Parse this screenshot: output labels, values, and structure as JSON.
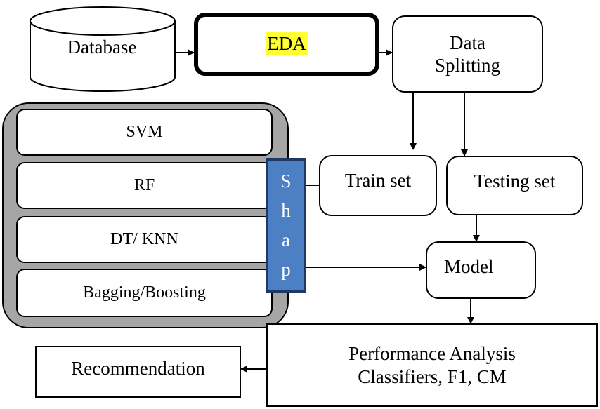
{
  "nodes": {
    "database": "Database",
    "eda": "EDA",
    "data_splitting": [
      "Data",
      "Splitting"
    ],
    "train_set": "Train set",
    "testing_set": "Testing set",
    "model": "Model",
    "performance": [
      "Performance Analysis",
      "Classifiers, F1, CM"
    ],
    "recommendation": "Recommendation"
  },
  "classifiers": [
    "SVM",
    "RF",
    "DT/ KNN",
    "Bagging/Boosting"
  ],
  "shap_letters": [
    "S",
    "h",
    "a",
    "p"
  ],
  "colors": {
    "eda_highlight": "#ffff33",
    "shap_fill": "#4d7fc4",
    "shap_border": "#1f3864",
    "classifier_group_fill": "#a6a6a6"
  }
}
